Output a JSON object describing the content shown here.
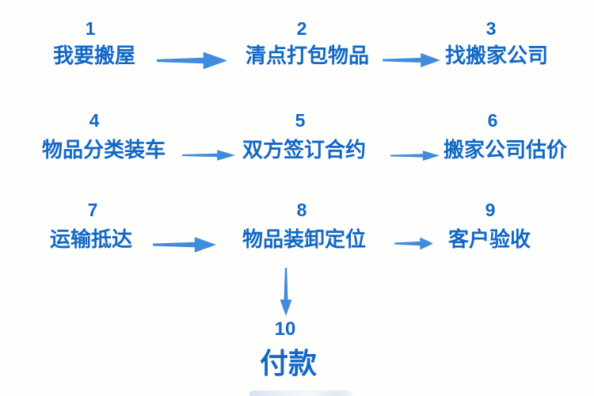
{
  "diagram": {
    "type": "flowchart",
    "language": "zh",
    "topic": "moving-house-process"
  },
  "colors": {
    "step_text": "#1268c6",
    "arrow": "#3f8cdc",
    "background": "#ffffff"
  },
  "steps": [
    {
      "number": "1",
      "label": "我要搬屋"
    },
    {
      "number": "2",
      "label": "清点打包物品"
    },
    {
      "number": "3",
      "label": "找搬家公司"
    },
    {
      "number": "4",
      "label": "物品分类装车"
    },
    {
      "number": "5",
      "label": "双方签订合约"
    },
    {
      "number": "6",
      "label": "搬家公司估价"
    },
    {
      "number": "7",
      "label": "运输抵达"
    },
    {
      "number": "8",
      "label": "物品装卸定位"
    },
    {
      "number": "9",
      "label": "客户验收"
    },
    {
      "number": "10",
      "label": "付款"
    }
  ],
  "arrows": [
    {
      "from": "1",
      "to": "2",
      "direction": "right"
    },
    {
      "from": "2",
      "to": "3",
      "direction": "right"
    },
    {
      "from": "4",
      "to": "5",
      "direction": "right"
    },
    {
      "from": "5",
      "to": "6",
      "direction": "right"
    },
    {
      "from": "7",
      "to": "8",
      "direction": "right"
    },
    {
      "from": "8",
      "to": "9",
      "direction": "right"
    },
    {
      "from": "8",
      "to": "10",
      "direction": "down"
    }
  ]
}
